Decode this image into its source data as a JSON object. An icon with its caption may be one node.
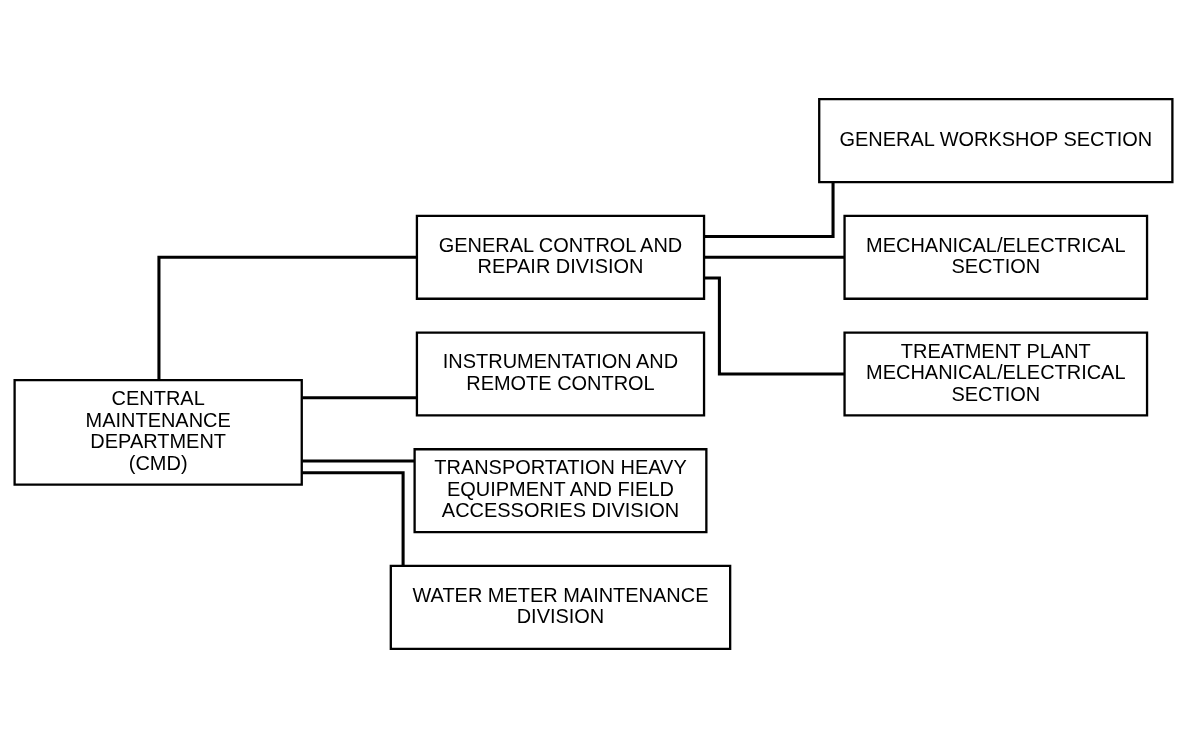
{
  "diagram": {
    "nodes": [
      {
        "text": [
          "CENTRAL MAINTENANCE DEPARTMENT (CMD)"
        ]
      },
      {
        "text": [
          "GENERAL CONTROL AND REPAIR DIVISION"
        ]
      },
      {
        "text": [
          "GENERAL WORKSHOP SECTION"
        ]
      },
      {
        "text": [
          "MECHANICAL/ELECTRICAL SECTION"
        ]
      },
      {
        "text": [
          "TREATMENT PLANT MECHANICAL/ELECTRICAL SECTION"
        ]
      },
      {
        "text": [
          "INSTRUMENTATION AND REMOTE CONTROL"
        ]
      },
      {
        "text": [
          "TRANSPORTATION HEAVY EQUIPMENT AND FIELD ACCESSORIES DIVISION"
        ]
      },
      {
        "text": [
          "WATER METER MAINTENANCE DIVISION"
        ]
      }
    ],
    "edges": [
      {
        "from": 0,
        "to": 1,
        "arrow": "none"
      },
      {
        "from": 1,
        "to": 2,
        "arrow": "none"
      },
      {
        "from": 1,
        "to": 3,
        "arrow": "none"
      },
      {
        "from": 1,
        "to": 4,
        "arrow": "none"
      },
      {
        "from": 0,
        "to": 5,
        "arrow": "none"
      },
      {
        "from": 0,
        "to": 6,
        "arrow": "none"
      },
      {
        "from": 0,
        "to": 7,
        "arrow": "none"
      }
    ]
  }
}
